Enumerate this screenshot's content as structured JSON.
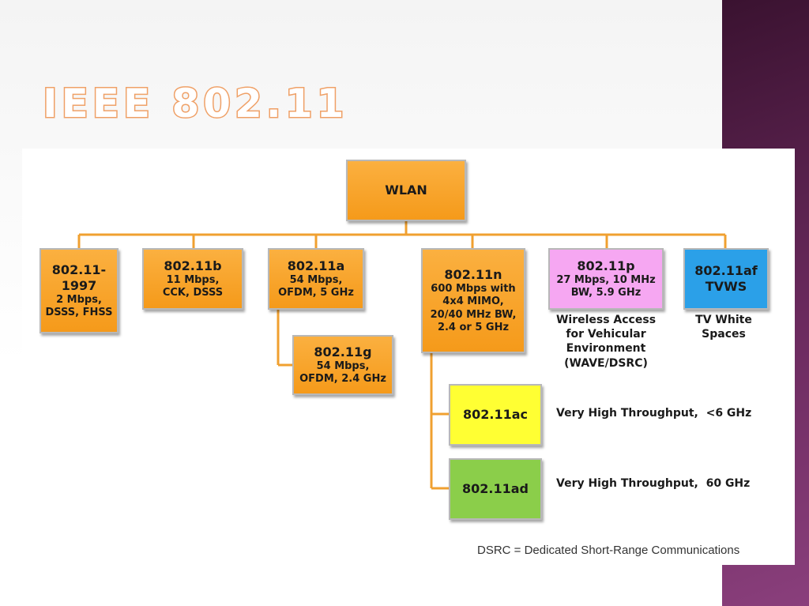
{
  "slide": {
    "title": "IEEE 802.11",
    "footnote": "DSRC = Dedicated Short-Range Communications"
  },
  "diagram": {
    "root": {
      "label": "WLAN"
    },
    "nodes": {
      "n1997": {
        "lines": [
          "802.11-",
          "1997",
          "2 Mbps,",
          "DSSS, FHSS"
        ]
      },
      "n11b": {
        "lines": [
          "802.11b",
          "11 Mbps,",
          "CCK, DSSS"
        ]
      },
      "n11a": {
        "lines": [
          "802.11a",
          "54 Mbps,",
          "OFDM, 5 GHz"
        ]
      },
      "n11g": {
        "lines": [
          "802.11g",
          "54 Mbps,",
          "OFDM, 2.4 GHz"
        ]
      },
      "n11n": {
        "lines": [
          "802.11n",
          "600 Mbps with",
          "4x4 MIMO,",
          "20/40 MHz BW,",
          "2.4 or 5 GHz"
        ]
      },
      "n11p": {
        "lines": [
          "802.11p",
          "27 Mbps, 10 MHz",
          "BW, 5.9 GHz"
        ]
      },
      "n11af": {
        "lines": [
          "802.11af",
          "TVWS"
        ]
      },
      "n11ac": {
        "lines": [
          "802.11ac"
        ]
      },
      "n11ad": {
        "lines": [
          "802.11ad"
        ]
      }
    },
    "notes": {
      "p_note": [
        "Wireless Access",
        "for Vehicular",
        "Environment",
        "(WAVE/DSRC)"
      ],
      "af_note": [
        "TV White",
        "Spaces"
      ]
    },
    "descriptions": {
      "ac": "Very High Throughput,  <6 GHz",
      "ad": "Very High Throughput,  60 GHz"
    }
  }
}
